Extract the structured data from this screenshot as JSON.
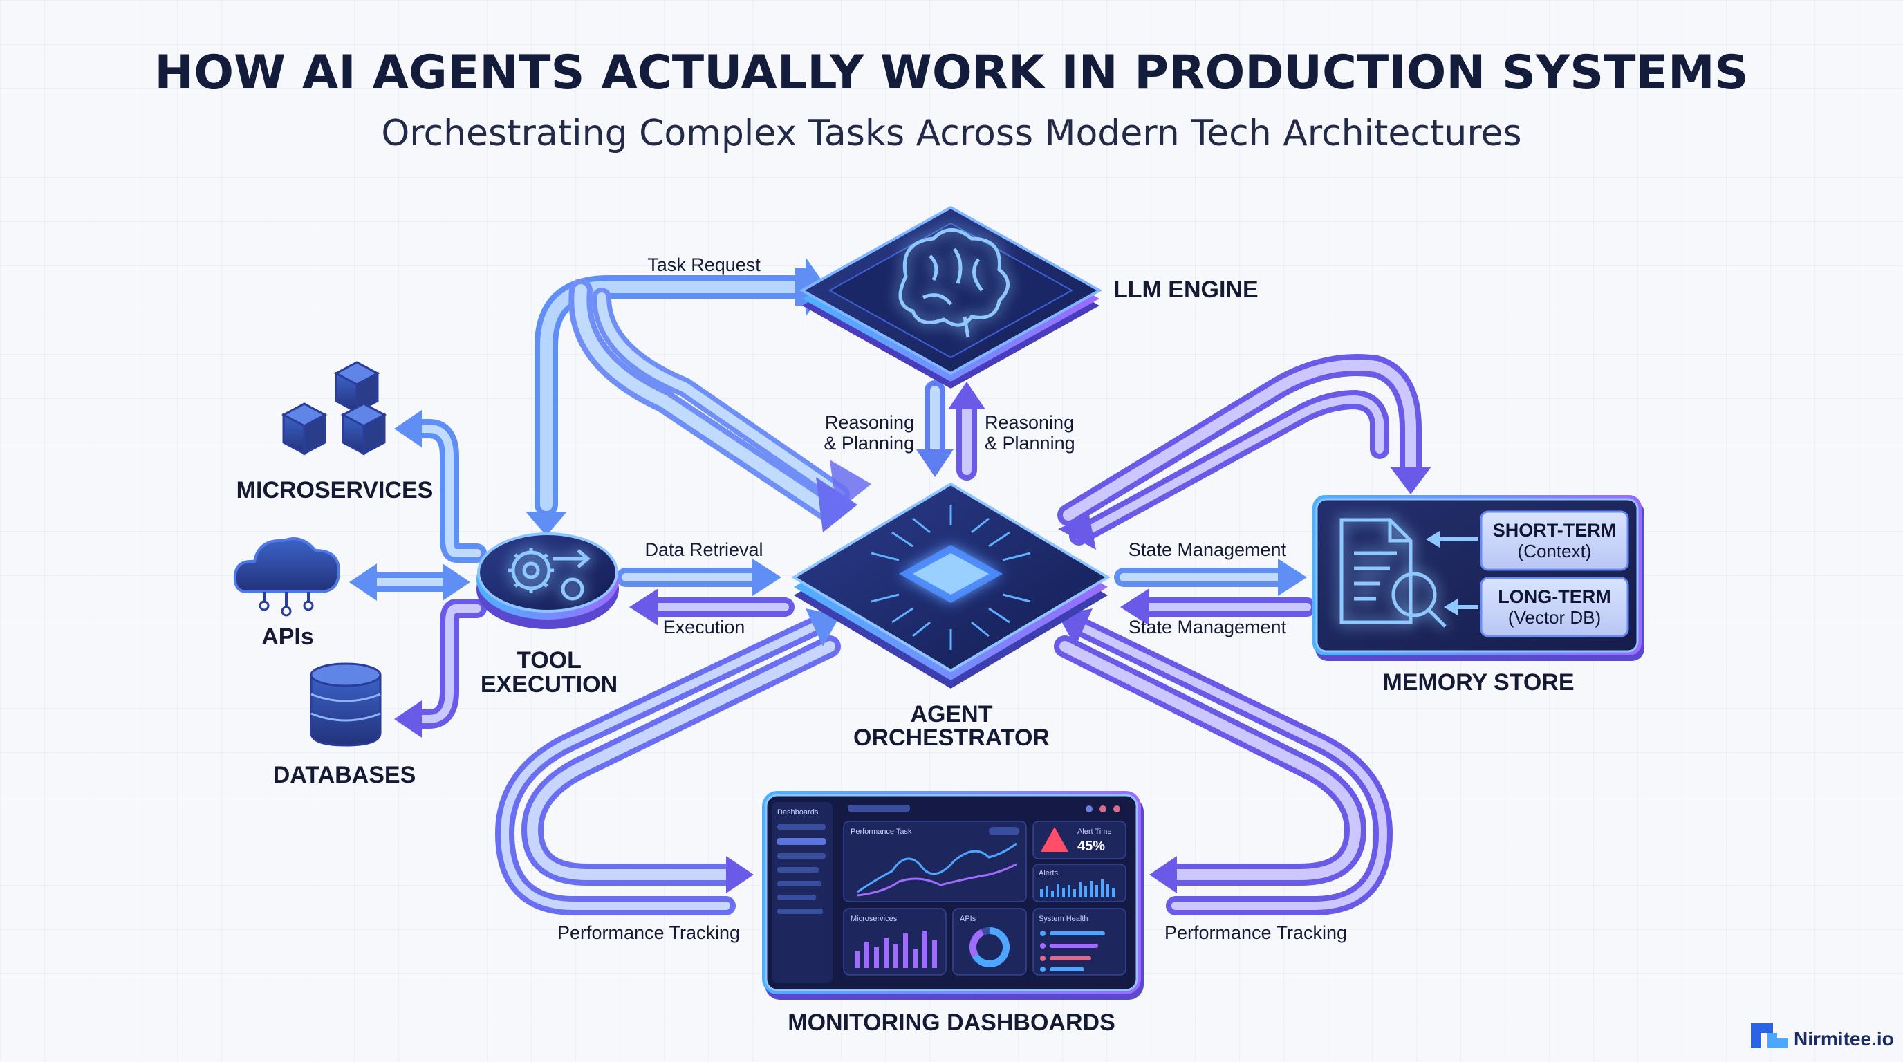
{
  "title": "HOW AI AGENTS ACTUALLY WORK IN PRODUCTION SYSTEMS",
  "subtitle": "Orchestrating Complex Tasks Across Modern Tech Architectures",
  "nodes": {
    "llm_engine": "LLM ENGINE",
    "agent_orchestrator_line1": "AGENT",
    "agent_orchestrator_line2": "ORCHESTRATOR",
    "tool_execution_line1": "TOOL",
    "tool_execution_line2": "EXECUTION",
    "memory_store": "MEMORY STORE",
    "monitoring_dashboards": "MONITORING DASHBOARDS",
    "microservices": "MICROSERVICES",
    "apis": "APIs",
    "databases": "DATABASES"
  },
  "memory": {
    "short_term": "SHORT-TERM",
    "short_term_sub": "(Context)",
    "long_term": "LONG-TERM",
    "long_term_sub": "(Vector DB)"
  },
  "edges": {
    "task_request": "Task Request",
    "reasoning_down_line1": "Reasoning",
    "reasoning_down_line2": "& Planning",
    "reasoning_up_line1": "Reasoning",
    "reasoning_up_line2": "& Planning",
    "data_retrieval": "Data Retrieval",
    "execution": "Execution",
    "state_management_top": "State Management",
    "state_management_bottom": "State Management",
    "performance_tracking_left": "Performance Tracking",
    "performance_tracking_right": "Performance Tracking"
  },
  "dashboard": {
    "brand": "Dashboards",
    "panel_performance": "Performance Task",
    "panel_alert": "Alert Time",
    "alert_value": "45%",
    "panel_alerts": "Alerts",
    "panel_microservices": "Microservices",
    "panel_apis": "APIs",
    "panel_system_health": "System Health"
  },
  "brand": "Nirmitee.io",
  "colors": {
    "title": "#141c3c",
    "arrow_light": "#7fb6ff",
    "arrow_dark": "#6a5ae8",
    "node_dark": "#1c2a66",
    "accent_purple": "#8a5cf0",
    "accent_blue": "#4da6ff"
  }
}
